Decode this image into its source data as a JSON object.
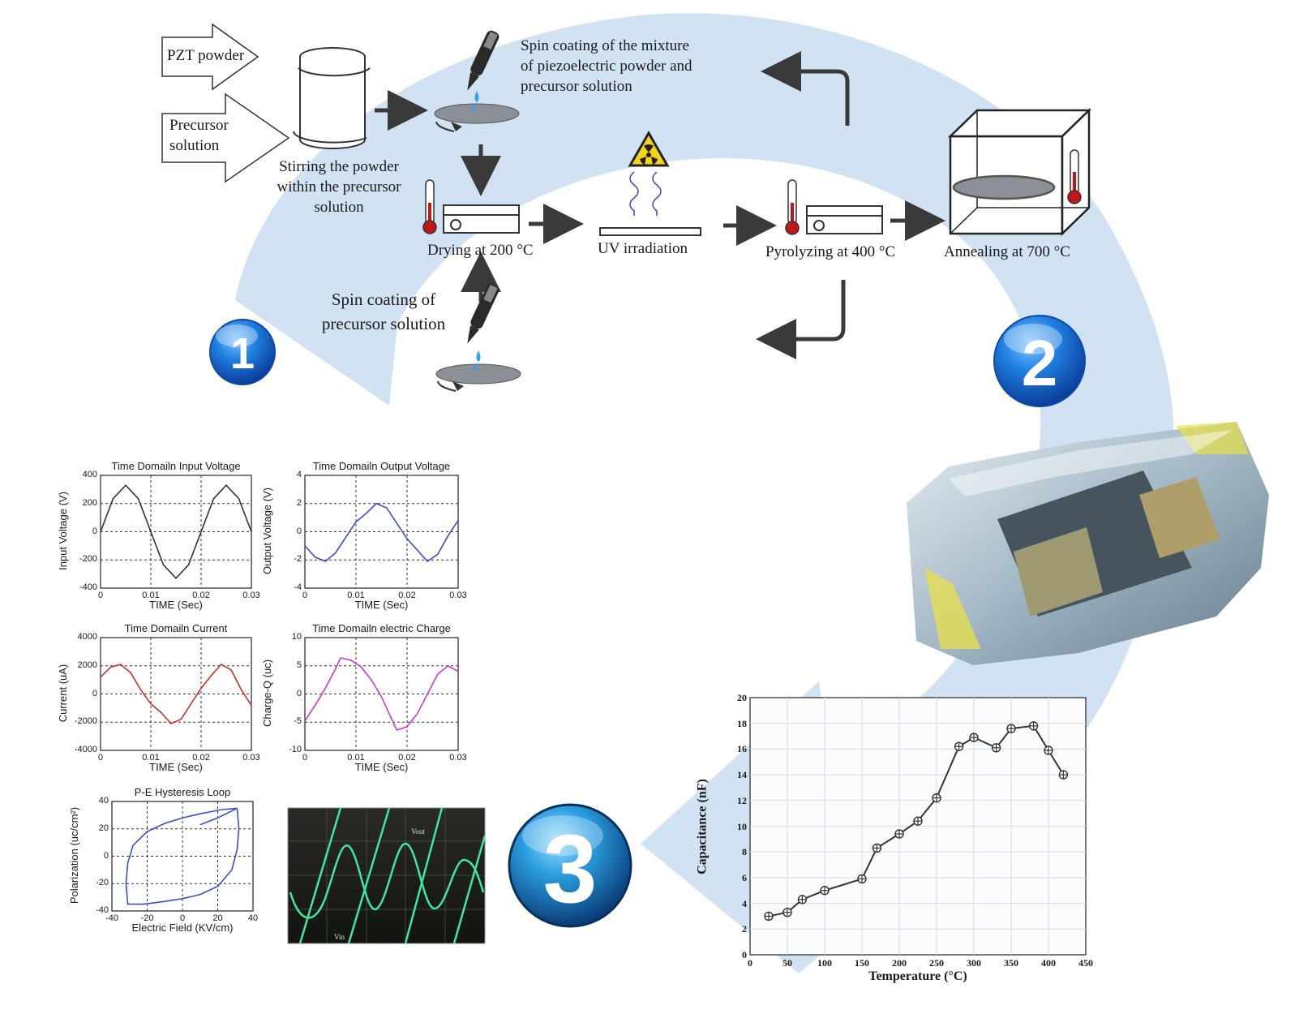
{
  "process": {
    "input_powder": "PZT powder",
    "input_solution": "Precursor\nsolution",
    "stirring": "Stirring the powder\nwithin the precursor\nsolution",
    "spin_mixture": "Spin coating of the mixture\nof piezoelectric powder and\nprecursor solution",
    "drying": "Drying at 200 °C",
    "uv": "UV irradiation",
    "pyrolyzing": "Pyrolyzing at 400 °C",
    "annealing": "Annealing at 700 °C",
    "spin_precursor": "Spin coating of\nprecursor solution"
  },
  "steps": [
    "1",
    "2",
    "3"
  ],
  "colors": {
    "cycle_arrow": "#cfe0f1",
    "badge": "#1a6fd6",
    "plot_black": "#333333",
    "plot_blue": "#3a4fc8",
    "plot_red": "#c8322a",
    "plot_magenta": "#c83cc8",
    "scope_trace": "#3ee8a0"
  },
  "chart_data": [
    {
      "type": "line",
      "title": "Time Domailn Input Voltage",
      "xlabel": "TIME (Sec)",
      "ylabel": "Input Voltage (V)",
      "xlim": [
        0,
        0.03
      ],
      "ylim": [
        -400,
        400
      ],
      "xticks": [
        "0",
        "0.01",
        "0.02",
        "0.03"
      ],
      "yticks": [
        "400",
        "200",
        "0",
        "-200",
        "-400"
      ],
      "series": [
        {
          "values": [
            [
              0,
              0
            ],
            [
              0.0025,
              235
            ],
            [
              0.005,
              330
            ],
            [
              0.0075,
              235
            ],
            [
              0.01,
              0
            ],
            [
              0.0125,
              -235
            ],
            [
              0.015,
              -330
            ],
            [
              0.0175,
              -235
            ],
            [
              0.02,
              0
            ],
            [
              0.0225,
              235
            ],
            [
              0.025,
              330
            ],
            [
              0.0275,
              235
            ],
            [
              0.03,
              0
            ]
          ]
        }
      ]
    },
    {
      "type": "line",
      "title": "Time Domailn Output Voltage",
      "xlabel": "TIME (Sec)",
      "ylabel": "Output Voltage (V)",
      "xlim": [
        0,
        0.03
      ],
      "ylim": [
        -4,
        4
      ],
      "xticks": [
        "0",
        "0.01",
        "0.02",
        "0.03"
      ],
      "yticks": [
        "4",
        "2",
        "0",
        "-2",
        "-4"
      ],
      "series": [
        {
          "values": [
            [
              0,
              -1.0
            ],
            [
              0.002,
              -1.8
            ],
            [
              0.004,
              -2.1
            ],
            [
              0.006,
              -1.5
            ],
            [
              0.008,
              -0.4
            ],
            [
              0.01,
              0.7
            ],
            [
              0.012,
              1.3
            ],
            [
              0.014,
              2.0
            ],
            [
              0.016,
              1.7
            ],
            [
              0.018,
              0.6
            ],
            [
              0.02,
              -0.5
            ],
            [
              0.022,
              -1.3
            ],
            [
              0.024,
              -2.1
            ],
            [
              0.026,
              -1.6
            ],
            [
              0.028,
              -0.3
            ],
            [
              0.03,
              0.8
            ]
          ]
        }
      ]
    },
    {
      "type": "line",
      "title": "Time Domailn Current",
      "xlabel": "TIME (Sec)",
      "ylabel": "Current (uA)",
      "xlim": [
        0,
        0.03
      ],
      "ylim": [
        -4000,
        4000
      ],
      "xticks": [
        "0",
        "0.01",
        "0.02",
        "0.03"
      ],
      "yticks": [
        "4000",
        "2000",
        "0",
        "-2000",
        "-4000"
      ],
      "series": [
        {
          "values": [
            [
              0,
              1200
            ],
            [
              0.002,
              1900
            ],
            [
              0.004,
              2100
            ],
            [
              0.006,
              1500
            ],
            [
              0.008,
              300
            ],
            [
              0.01,
              -700
            ],
            [
              0.012,
              -1300
            ],
            [
              0.014,
              -2100
            ],
            [
              0.016,
              -1800
            ],
            [
              0.018,
              -700
            ],
            [
              0.02,
              400
            ],
            [
              0.022,
              1300
            ],
            [
              0.024,
              2100
            ],
            [
              0.026,
              1700
            ],
            [
              0.028,
              300
            ],
            [
              0.03,
              -800
            ]
          ]
        }
      ]
    },
    {
      "type": "line",
      "title": "Time Domailn electric Charge",
      "xlabel": "TIME (Sec)",
      "ylabel": "Charge-Q (uc)",
      "xlim": [
        0,
        0.03
      ],
      "ylim": [
        -10,
        10
      ],
      "xticks": [
        "0",
        "0.01",
        "0.02",
        "0.03"
      ],
      "yticks": [
        "10",
        "5",
        "0",
        "-5",
        "-10"
      ],
      "series": [
        {
          "values": [
            [
              0,
              -4.8
            ],
            [
              0.002,
              -2.0
            ],
            [
              0.004,
              1.0
            ],
            [
              0.006,
              4.5
            ],
            [
              0.007,
              6.4
            ],
            [
              0.009,
              6.0
            ],
            [
              0.011,
              4.8
            ],
            [
              0.013,
              2.5
            ],
            [
              0.015,
              -0.5
            ],
            [
              0.017,
              -4.5
            ],
            [
              0.018,
              -6.4
            ],
            [
              0.02,
              -5.8
            ],
            [
              0.022,
              -3.5
            ],
            [
              0.024,
              0.0
            ],
            [
              0.026,
              3.5
            ],
            [
              0.028,
              5.0
            ],
            [
              0.03,
              4.0
            ]
          ]
        }
      ]
    },
    {
      "type": "line",
      "title": "P-E Hysteresis Loop",
      "xlabel": "Electric Field (KV/cm)",
      "ylabel": "Polarization (uc/cm²)",
      "xlim": [
        -40,
        40
      ],
      "ylim": [
        -40,
        40
      ],
      "xticks": [
        "-40",
        "-20",
        "0",
        "20",
        "40"
      ],
      "yticks": [
        "40",
        "20",
        "0",
        "-20",
        "-40"
      ],
      "series": [
        {
          "values": [
            [
              31,
              35
            ],
            [
              32,
              20
            ],
            [
              31,
              5
            ],
            [
              28,
              -10
            ],
            [
              20,
              -22
            ],
            [
              10,
              -28
            ],
            [
              0,
              -31
            ],
            [
              -10,
              -33
            ],
            [
              -22,
              -35
            ],
            [
              -31,
              -35
            ],
            [
              -32,
              -20
            ],
            [
              -31,
              -5
            ],
            [
              -28,
              8
            ],
            [
              -20,
              18
            ],
            [
              -10,
              24
            ],
            [
              0,
              28
            ],
            [
              10,
              31
            ],
            [
              22,
              34
            ],
            [
              31,
              35
            ],
            [
              20,
              28
            ],
            [
              10,
              23
            ]
          ]
        }
      ]
    },
    {
      "type": "line",
      "xlabel": "Temperature (°C)",
      "ylabel": "Capacitance (nF)",
      "xlim": [
        0,
        450
      ],
      "ylim": [
        0,
        20
      ],
      "xticks": [
        "0",
        "50",
        "100",
        "150",
        "200",
        "250",
        "300",
        "350",
        "400",
        "450"
      ],
      "yticks": [
        "0",
        "2",
        "4",
        "6",
        "8",
        "10",
        "12",
        "14",
        "16",
        "18",
        "20"
      ],
      "series": [
        {
          "values": [
            [
              25,
              3.0
            ],
            [
              50,
              3.3
            ],
            [
              70,
              4.3
            ],
            [
              100,
              5.0
            ],
            [
              150,
              5.9
            ],
            [
              170,
              8.3
            ],
            [
              200,
              9.4
            ],
            [
              225,
              10.4
            ],
            [
              250,
              12.2
            ],
            [
              280,
              16.2
            ],
            [
              300,
              16.9
            ],
            [
              330,
              16.1
            ],
            [
              350,
              17.6
            ],
            [
              380,
              17.8
            ],
            [
              400,
              15.9
            ],
            [
              420,
              14.0
            ]
          ]
        }
      ]
    }
  ],
  "oscilloscope": {
    "out_label": "Vout",
    "in_label": "Vin"
  }
}
